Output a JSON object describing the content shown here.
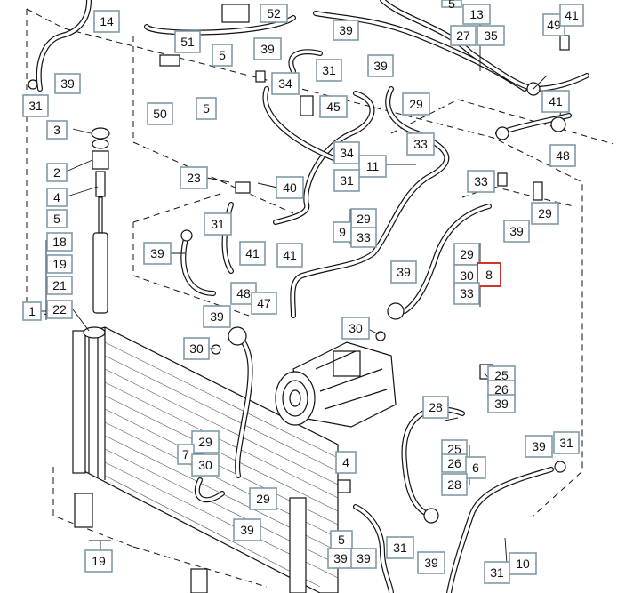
{
  "callouts": [
    {
      "id": "c-14",
      "label": "14"
    },
    {
      "id": "c-52",
      "label": "52"
    },
    {
      "id": "c-5a",
      "label": "5"
    },
    {
      "id": "c-51",
      "label": "51"
    },
    {
      "id": "c-50",
      "label": "50"
    },
    {
      "id": "c-5b",
      "label": "5"
    },
    {
      "id": "c-39a",
      "label": "39"
    },
    {
      "id": "c-31a",
      "label": "31"
    },
    {
      "id": "c-39b",
      "label": "39"
    },
    {
      "id": "c-34a",
      "label": "34"
    },
    {
      "id": "c-45",
      "label": "45"
    },
    {
      "id": "c-39c",
      "label": "39"
    },
    {
      "id": "c-29a",
      "label": "29"
    },
    {
      "id": "c-33a",
      "label": "33"
    },
    {
      "id": "c-13",
      "label": "13"
    },
    {
      "id": "c-27",
      "label": "27"
    },
    {
      "id": "c-35",
      "label": "35"
    },
    {
      "id": "c-5c",
      "label": "5"
    },
    {
      "id": "c-49",
      "label": "49"
    },
    {
      "id": "c-41a",
      "label": "41"
    },
    {
      "id": "c-41b",
      "label": "41"
    },
    {
      "id": "c-48a",
      "label": "48"
    },
    {
      "id": "c-39d",
      "label": "39"
    },
    {
      "id": "c-31b",
      "label": "31"
    },
    {
      "id": "c-3",
      "label": "3"
    },
    {
      "id": "c-2",
      "label": "2"
    },
    {
      "id": "c-4a",
      "label": "4"
    },
    {
      "id": "c-5d",
      "label": "5"
    },
    {
      "id": "c-18",
      "label": "18"
    },
    {
      "id": "c-19a",
      "label": "19"
    },
    {
      "id": "c-21",
      "label": "21"
    },
    {
      "id": "c-1",
      "label": "1"
    },
    {
      "id": "c-22",
      "label": "22"
    },
    {
      "id": "c-34b",
      "label": "34"
    },
    {
      "id": "c-11",
      "label": "11"
    },
    {
      "id": "c-31c",
      "label": "31"
    },
    {
      "id": "c-23",
      "label": "23"
    },
    {
      "id": "c-40",
      "label": "40"
    },
    {
      "id": "c-31d",
      "label": "31"
    },
    {
      "id": "c-29b",
      "label": "29"
    },
    {
      "id": "c-9",
      "label": "9"
    },
    {
      "id": "c-33b",
      "label": "33"
    },
    {
      "id": "c-33c",
      "label": "33"
    },
    {
      "id": "c-29c",
      "label": "29"
    },
    {
      "id": "c-39e",
      "label": "39"
    },
    {
      "id": "c-39f",
      "label": "39"
    },
    {
      "id": "c-41c",
      "label": "41"
    },
    {
      "id": "c-41d",
      "label": "41"
    },
    {
      "id": "c-48b",
      "label": "48"
    },
    {
      "id": "c-47",
      "label": "47"
    },
    {
      "id": "c-39g",
      "label": "39"
    },
    {
      "id": "c-29d",
      "label": "29"
    },
    {
      "id": "c-30a",
      "label": "30"
    },
    {
      "id": "c-8",
      "label": "8"
    },
    {
      "id": "c-33d",
      "label": "33"
    },
    {
      "id": "c-39h",
      "label": "39"
    },
    {
      "id": "c-30b",
      "label": "30"
    },
    {
      "id": "c-30c",
      "label": "30"
    },
    {
      "id": "c-25a",
      "label": "25"
    },
    {
      "id": "c-26a",
      "label": "26"
    },
    {
      "id": "c-39i",
      "label": "39"
    },
    {
      "id": "c-28a",
      "label": "28"
    },
    {
      "id": "c-39j",
      "label": "39"
    },
    {
      "id": "c-29e",
      "label": "29"
    },
    {
      "id": "c-7",
      "label": "7"
    },
    {
      "id": "c-30d",
      "label": "30"
    },
    {
      "id": "c-4b",
      "label": "4"
    },
    {
      "id": "c-25b",
      "label": "25"
    },
    {
      "id": "c-26b",
      "label": "26"
    },
    {
      "id": "c-6",
      "label": "6"
    },
    {
      "id": "c-28b",
      "label": "28"
    },
    {
      "id": "c-29f",
      "label": "29"
    },
    {
      "id": "c-39k",
      "label": "39"
    },
    {
      "id": "c-5e",
      "label": "5"
    },
    {
      "id": "c-31e",
      "label": "31"
    },
    {
      "id": "c-39l",
      "label": "39"
    },
    {
      "id": "c-39m",
      "label": "39"
    },
    {
      "id": "c-39n",
      "label": "39"
    },
    {
      "id": "c-31f",
      "label": "31"
    },
    {
      "id": "c-19b",
      "label": "19"
    },
    {
      "id": "c-31g",
      "label": "31"
    },
    {
      "id": "c-10",
      "label": "10"
    }
  ],
  "highlight_color": "#d0342c",
  "box_color": "#7f9aa7"
}
